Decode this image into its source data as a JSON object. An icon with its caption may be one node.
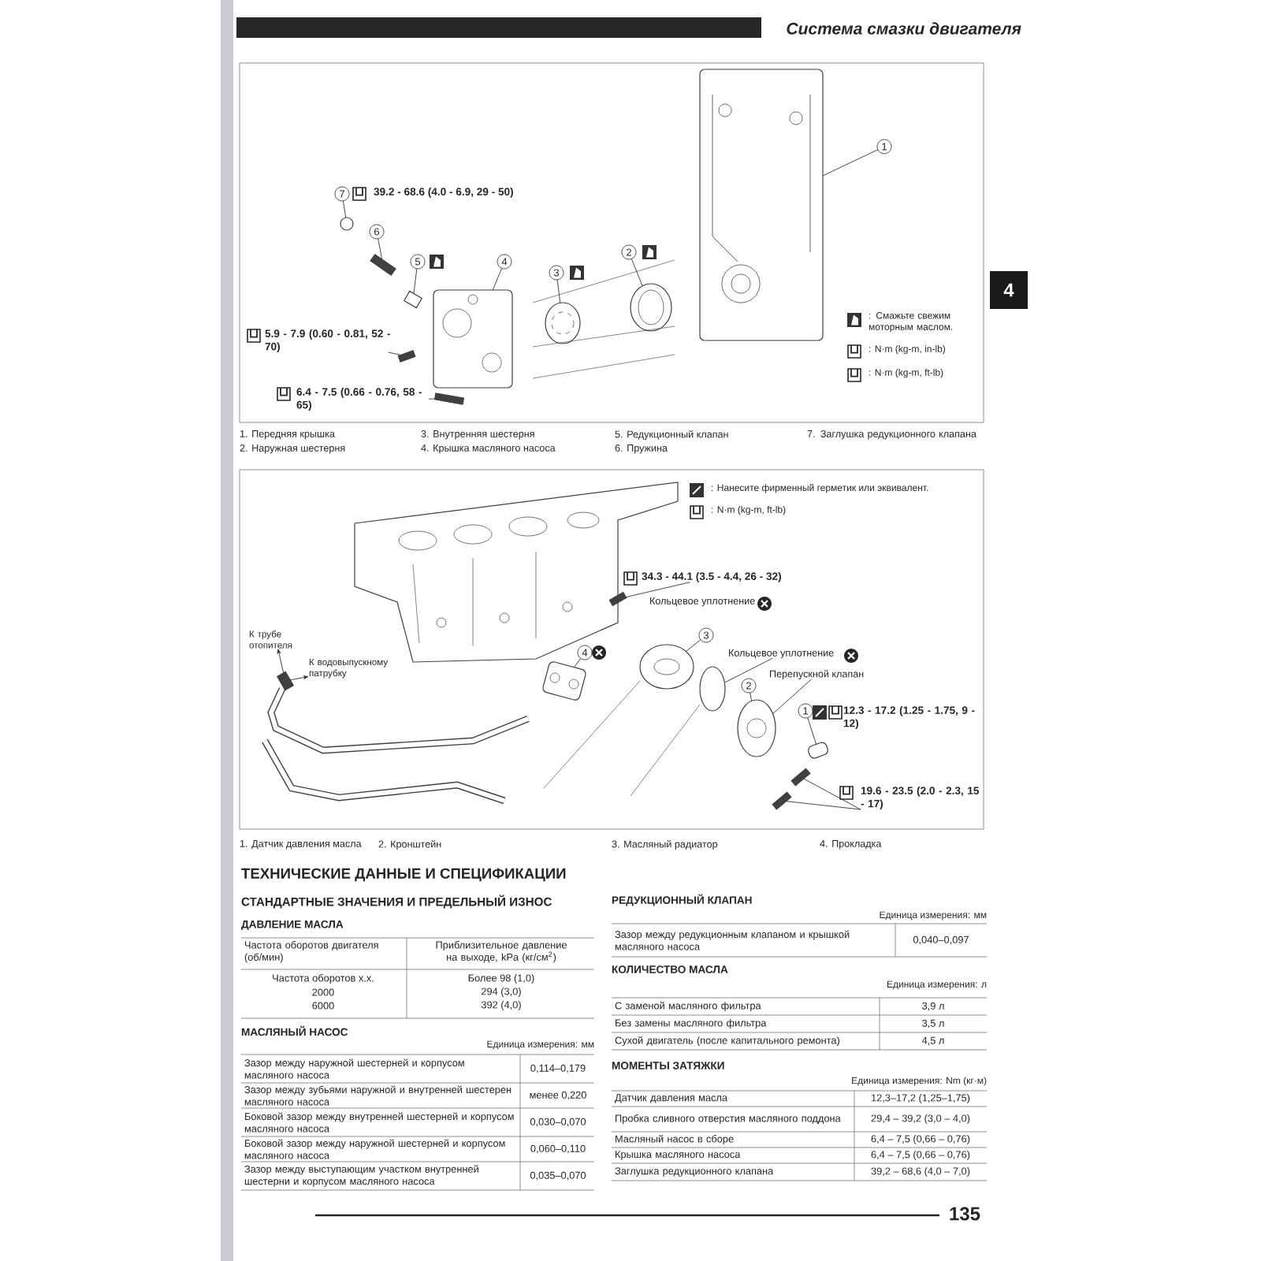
{
  "diagram": {
    "title": "Система смазки двигателя",
    "nodes": [
      {
        "text": [
          "1"
        ]
      },
      {
        "text": [
          "2"
        ]
      },
      {
        "text": [
          "3"
        ]
      },
      {
        "text": [
          "4"
        ]
      },
      {
        "text": [
          "5"
        ]
      },
      {
        "text": [
          "6"
        ]
      },
      {
        "text": [
          "7"
        ],
        "beside": [
          "39.2 - 68.6 (4.0 - 6.9, 29 - 50)"
        ]
      },
      {
        "text": [
          "5.9 - 7.9 (0.60 - 0.81, 52 - 70)"
        ]
      },
      {
        "text": [
          "6.4 - 7.5 (0.66 - 0.76, 58 - 65)"
        ]
      },
      {
        "text": [],
        "shape": "picture"
      },
      {
        "text": [],
        "shape": "circle"
      },
      {
        "text": [],
        "shape": "circle"
      },
      {
        "text": [],
        "shape": "picture"
      },
      {
        "text": [],
        "shape": "box"
      },
      {
        "text": [],
        "shape": "bar"
      },
      {
        "text": [],
        "shape": "circle"
      },
      {
        "text": [],
        "shape": "bar"
      },
      {
        "text": [],
        "shape": "bar"
      },
      {
        "text": [
          "1"
        ],
        "beside": [
          "12.3 - 17.2 (1.25 - 1.75, 9 - 12)"
        ]
      },
      {
        "text": [
          "2"
        ]
      },
      {
        "text": [
          "3"
        ]
      },
      {
        "text": [
          "4"
        ]
      },
      {
        "text": [
          "34.3 - 44.1 (3.5 - 4.4, 26 - 32)"
        ]
      },
      {
        "text": [
          "Кольцевое уплотнение"
        ]
      },
      {
        "text": [
          "Кольцевое уплотнение"
        ]
      },
      {
        "text": [
          "Перепускной клапан"
        ]
      },
      {
        "text": [
          "19.6 - 23.5 (2.0 - 2.3, 15 - 17)"
        ]
      },
      {
        "text": [
          "К трубе отопителя"
        ]
      },
      {
        "text": [
          "К водовыпускному патрубку"
        ]
      },
      {
        "text": [],
        "shape": "picture"
      },
      {
        "text": [],
        "shape": "circle"
      },
      {
        "text": [],
        "shape": "picture"
      },
      {
        "text": [],
        "shape": "picture"
      },
      {
        "text": [],
        "shape": "picture"
      },
      {
        "text": [],
        "shape": "bar"
      },
      {
        "text": [],
        "shape": "bar"
      },
      {
        "text": [],
        "shape": "bar"
      },
      {
        "text": [],
        "shape": "bar"
      }
    ],
    "edges": [
      {
        "from": 0,
        "to": 9,
        "arrow": "none"
      },
      {
        "from": 1,
        "to": 10,
        "arrow": "none"
      },
      {
        "from": 2,
        "to": 11,
        "arrow": "none"
      },
      {
        "from": 3,
        "to": 12,
        "arrow": "none"
      },
      {
        "from": 4,
        "to": 13,
        "arrow": "none"
      },
      {
        "from": 5,
        "to": 14,
        "arrow": "none"
      },
      {
        "from": 6,
        "to": 15,
        "arrow": "none"
      },
      {
        "from": 7,
        "to": 16,
        "arrow": "none"
      },
      {
        "from": 8,
        "to": 17,
        "arrow": "none"
      },
      {
        "from": 18,
        "to": 32,
        "arrow": "none"
      },
      {
        "from": 19,
        "to": 31,
        "arrow": "none"
      },
      {
        "from": 20,
        "to": 29,
        "arrow": "none"
      },
      {
        "from": 21,
        "to": 33,
        "arrow": "none"
      },
      {
        "from": 22,
        "to": 34,
        "arrow": "none"
      },
      {
        "from": 24,
        "to": 30,
        "arrow": "none"
      },
      {
        "from": 25,
        "to": 31,
        "arrow": "none"
      },
      {
        "from": 26,
        "to": 35,
        "arrow": "none"
      },
      {
        "from": 26,
        "to": 36,
        "arrow": "none"
      },
      {
        "from": 37,
        "to": 27,
        "arrow": "to"
      },
      {
        "from": 37,
        "to": 28,
        "arrow": "to"
      }
    ],
    "labels": [
      "4",
      "1. Передняя крышка",
      "3. Внутренняя шестерня",
      "5. Редукционный клапан",
      "7. Заглушка редукционного клапана",
      "2. Наружная шестерня",
      "4. Крышка масляного насоса",
      "6. Пружина",
      "1. Датчик давления масла",
      "2. Кронштейн",
      "3. Масляный радиатор",
      "4. Прокладка",
      "ТЕХНИЧЕСКИЕ ДАННЫЕ И СПЕЦИФИКАЦИИ",
      "СТАНДАРТНЫЕ ЗНАЧЕНИЯ И ПРЕДЕЛЬНЫЙ ИЗНОС",
      "ДАВЛЕНИЕ МАСЛА",
      "Частота оборотов двигателя (об/мин)",
      "Приблизительное давление на выходе, kPa (кг/см$^{2}$)",
      "Частота оборотов х.х.",
      "Более 98 (1,0)",
      "2000",
      "294 (3,0)",
      "6000",
      "392 (4,0)",
      "МАСЛЯНЫЙ НАСОС",
      "Единица измерения: мм",
      "Зазор между наружной шестерней и корпусом масляного насоса",
      "0,114–0,179",
      "Зазор между зубьями наружной и внутренней шестерен масляного насоса",
      "менее 0,220",
      "Боковой зазор между внутренней шестерней и корпусом масляного насоса",
      "0,030–0,070",
      "Боковой зазор между наружной шестерней и корпусом масляного насоса",
      "0,060–0,110",
      "Зазор между выступающим участком внутренней шестерни и корпусом масляного насоса",
      "0,035–0,070",
      "РЕДУКЦИОННЫЙ КЛАПАН",
      "Единица измерения: мм",
      "Зазор между редукционным клапаном и крышкой масляного насоса",
      "0,040–0,097",
      "КОЛИЧЕСТВО МАСЛА",
      "Единица измерения: л",
      "С заменой масляного фильтра",
      "3,9 л",
      "Без замены масляного фильтра",
      "3,5 л",
      "Сухой двигатель (после капитального ремонта)",
      "4,5 л",
      "МОМЕНТЫ ЗАТЯЖКИ",
      "Единица измерения: Nm (кг·м)",
      "Датчик давления масла",
      "12,3–17,2 (1,25–1,75)",
      "Пробка сливного отверстия масляного поддона",
      "29,4 – 39,2 (3,0 – 4,0)",
      "Масляный насос в сборе",
      "6,4 – 7,5 (0,66 – 0,76)",
      "Крышка масляного насоса",
      "6,4 – 7,5 (0,66 – 0,76)",
      "Заглушка редукционного клапана",
      "39,2 – 68,6 (4,0 – 7,0)",
      "135"
    ],
    "legend": [
      {
        "text": ": Смажьте свежим моторным маслом."
      },
      {
        "text": ": N·m (kg-m, in-lb)"
      },
      {
        "text": ": N·m (kg-m, ft-lb)"
      },
      {
        "text": ": Нанесите фирменный герметик или эквивалент."
      },
      {
        "text": ": N·m (kg-m, ft-lb)"
      }
    ]
  }
}
